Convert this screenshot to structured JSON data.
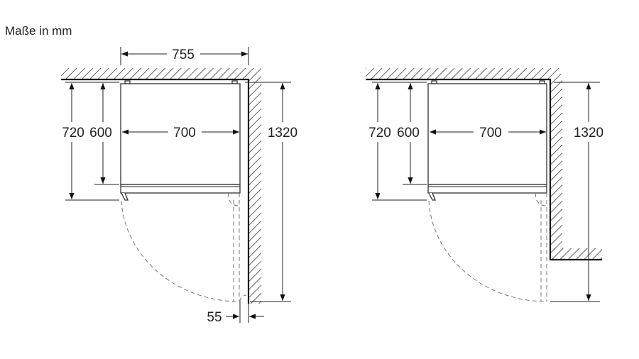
{
  "title": "Maße in mm",
  "diagrams": [
    {
      "name": "corner-installation",
      "width_total": "755",
      "depth_door_open": "720",
      "depth_body": "600",
      "width_body": "700",
      "depth_total_open": "1320",
      "wall_gap": "55"
    },
    {
      "name": "niche-installation",
      "depth_door_open": "720",
      "depth_body": "600",
      "width_body": "700",
      "depth_total_open": "1320"
    }
  ]
}
